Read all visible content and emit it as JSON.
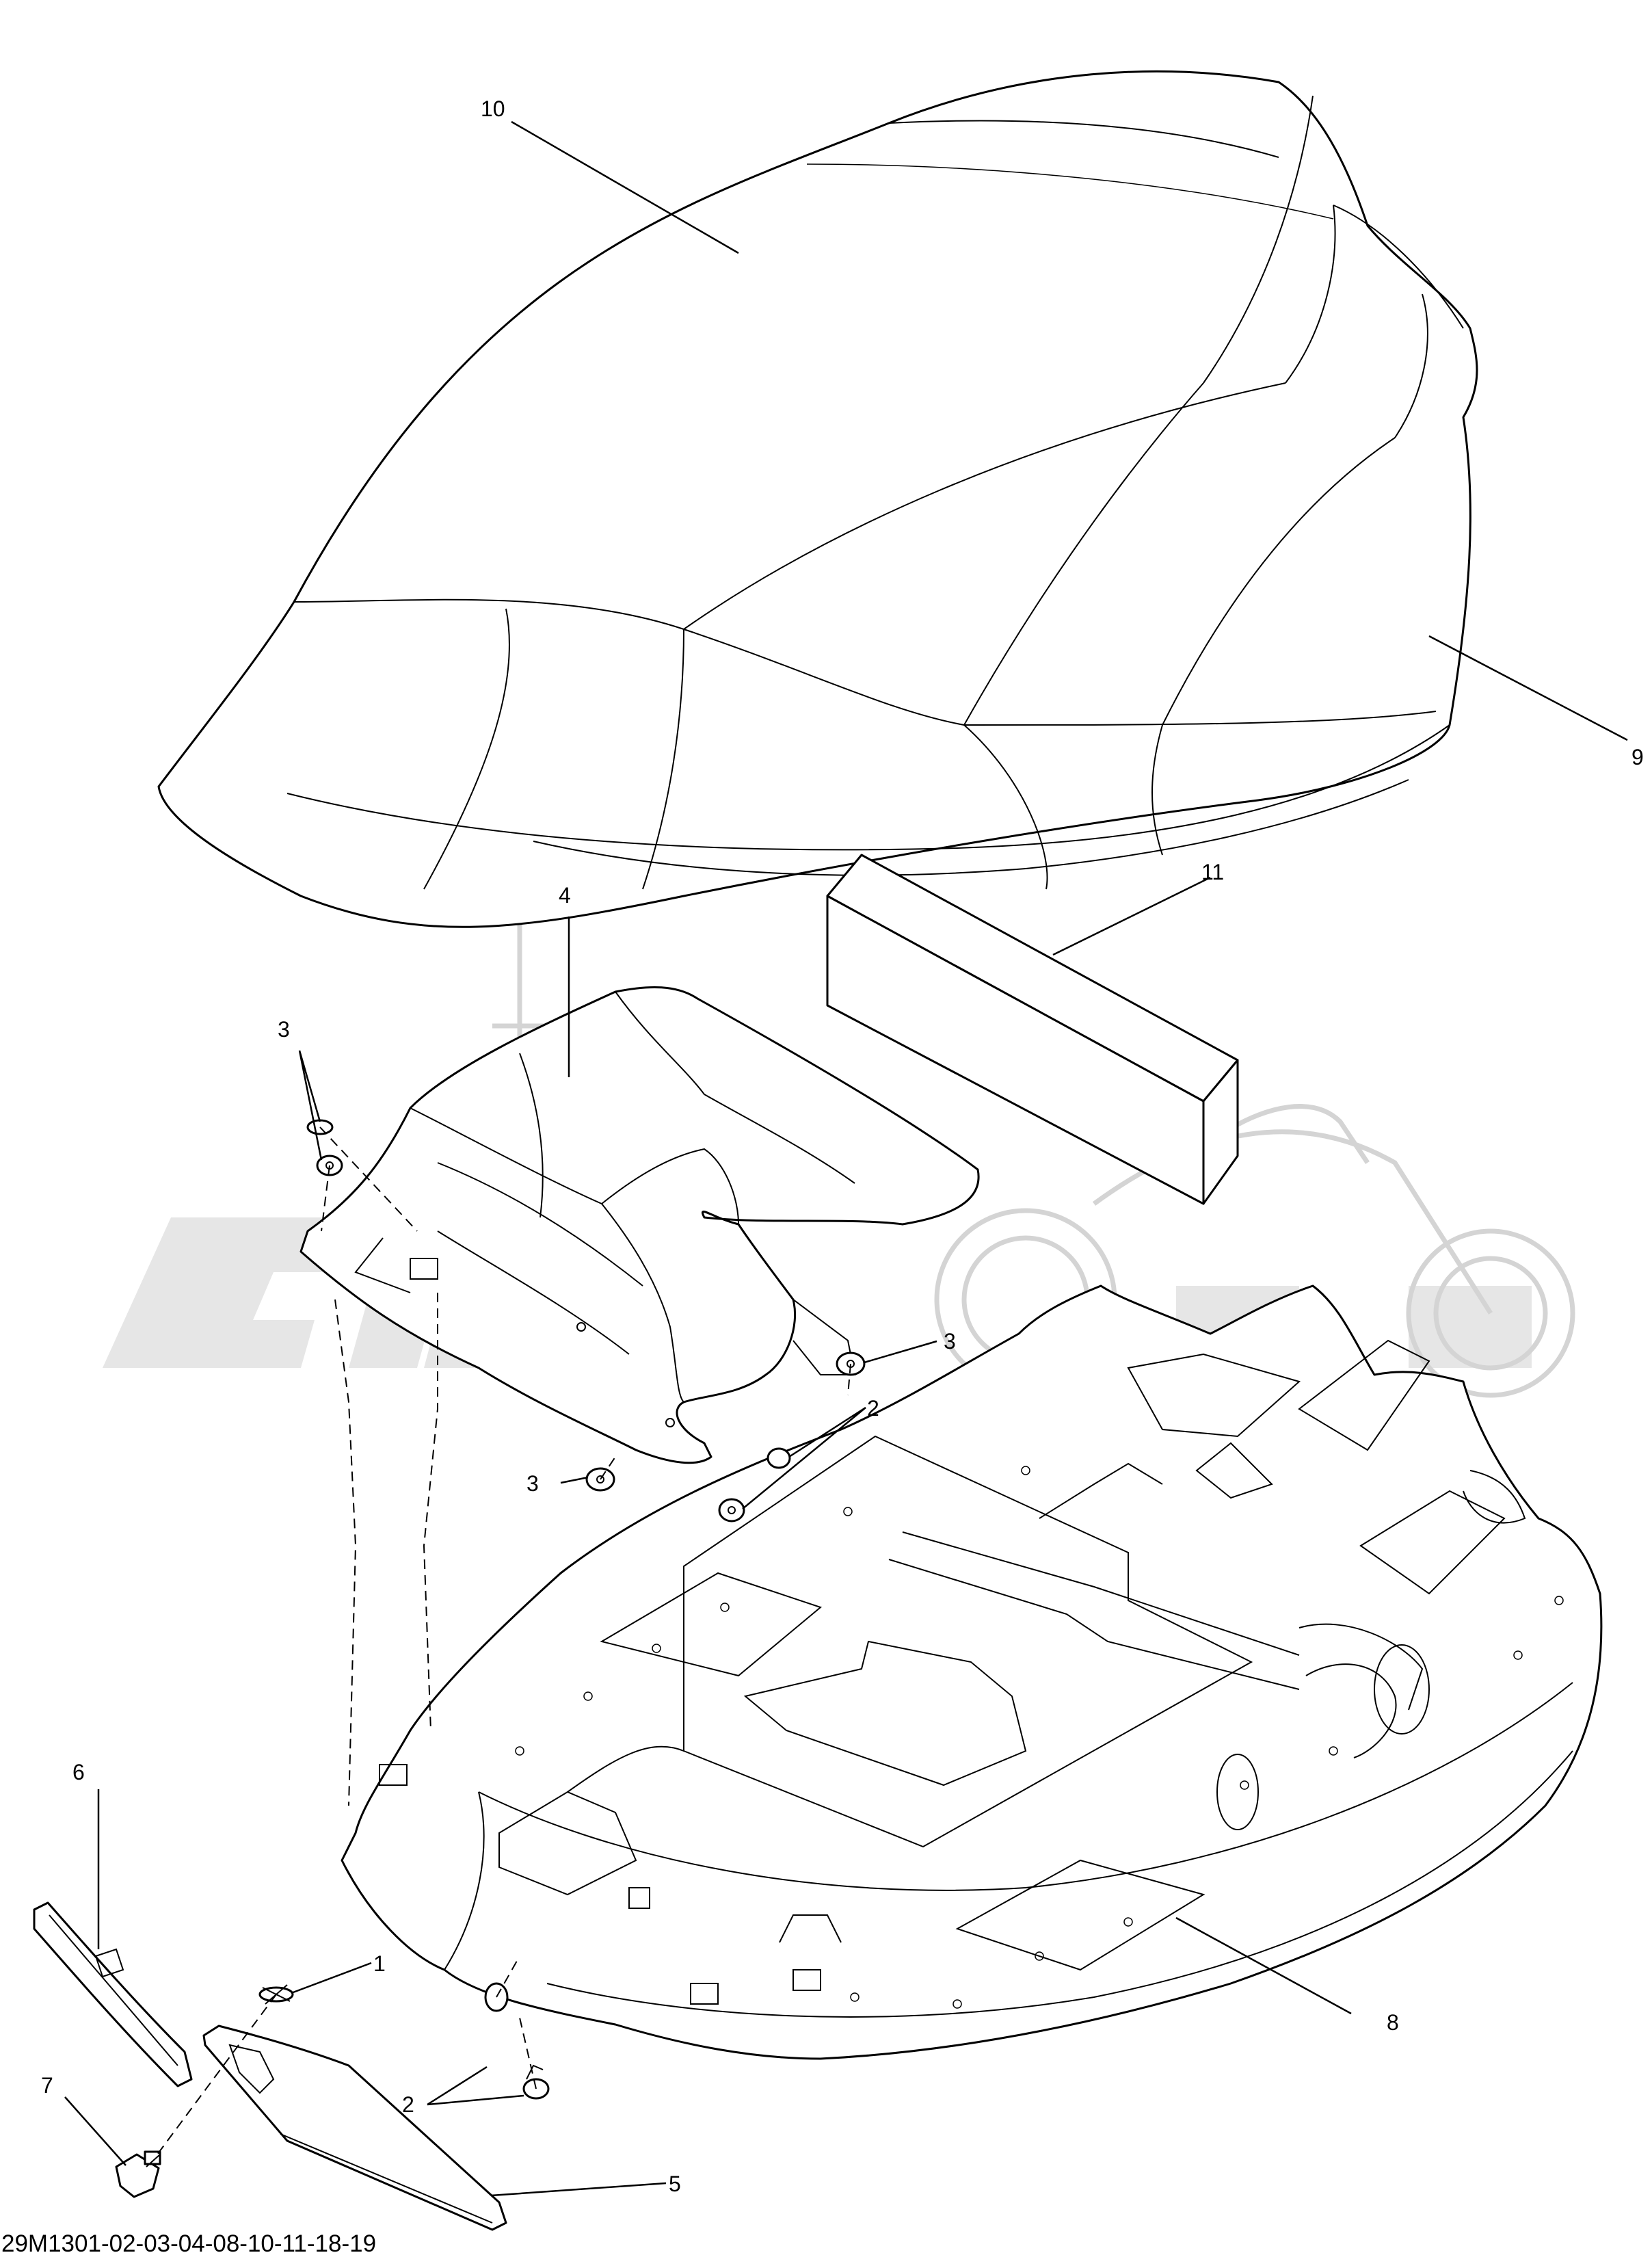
{
  "diagram": {
    "callouts": {
      "c1": "1",
      "c2a": "2",
      "c2b": "2",
      "c3a": "3",
      "c3b": "3",
      "c3c": "3",
      "c4": "4",
      "c5": "5",
      "c6": "6",
      "c7": "7",
      "c8": "8",
      "c9": "9",
      "c10": "10",
      "c11": "11"
    },
    "drawing_code": "29M1301-02-03-04-08-10-11-18-19"
  },
  "watermark": {
    "text": "AGILMOTO",
    "color": "#e6e6e6"
  },
  "colors": {
    "line": "#000000",
    "background": "#ffffff"
  }
}
